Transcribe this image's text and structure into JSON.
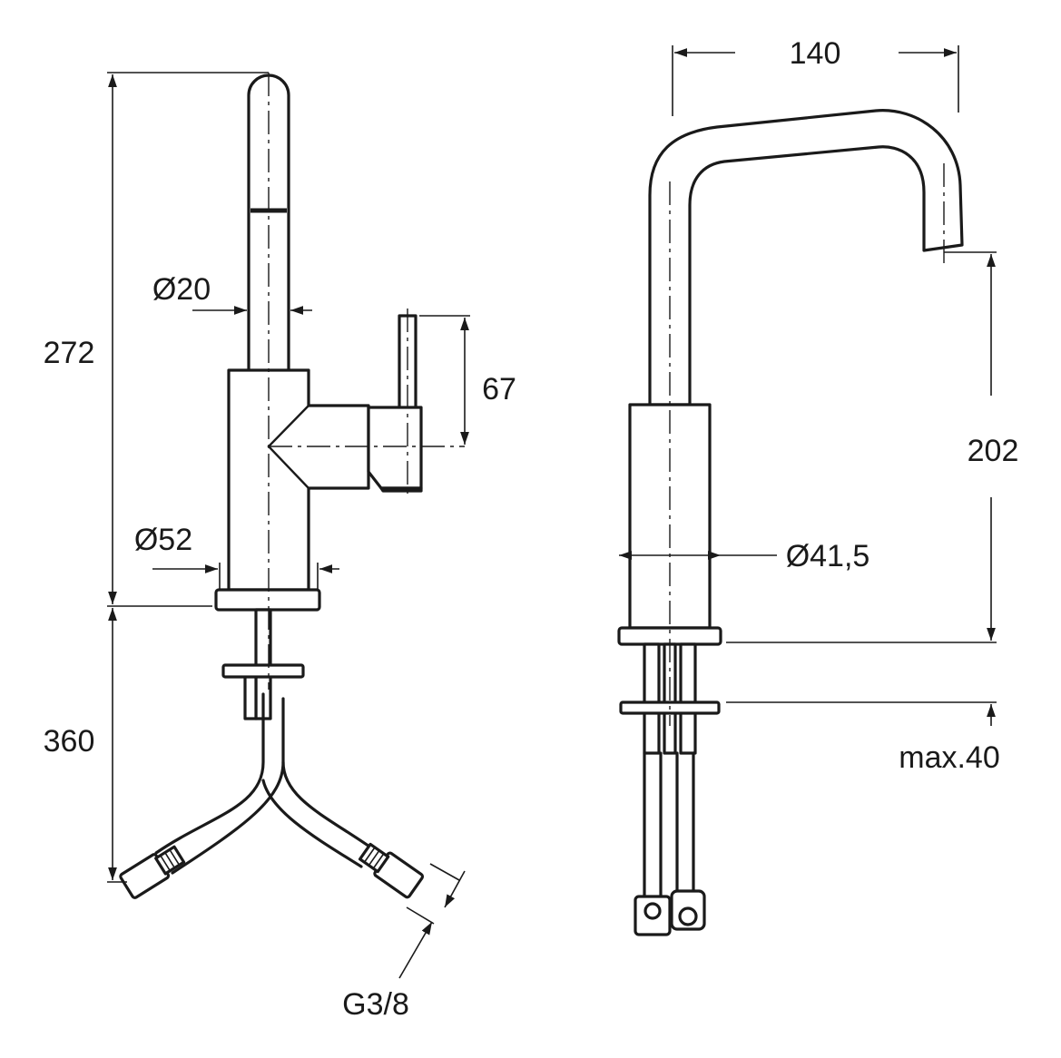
{
  "drawing": {
    "front_view": {
      "spout_diameter": "Ø20",
      "total_height": "272",
      "lever_height": "67",
      "body_diameter": "Ø52",
      "under_counter_length": "360",
      "connection_thread": "G3/8"
    },
    "side_view": {
      "spout_reach": "140",
      "outlet_height": "202",
      "body_diameter": "Ø41,5",
      "max_counter_thickness": "max.40"
    }
  },
  "colors": {
    "line": "#1a1a1a",
    "background": "#ffffff"
  }
}
